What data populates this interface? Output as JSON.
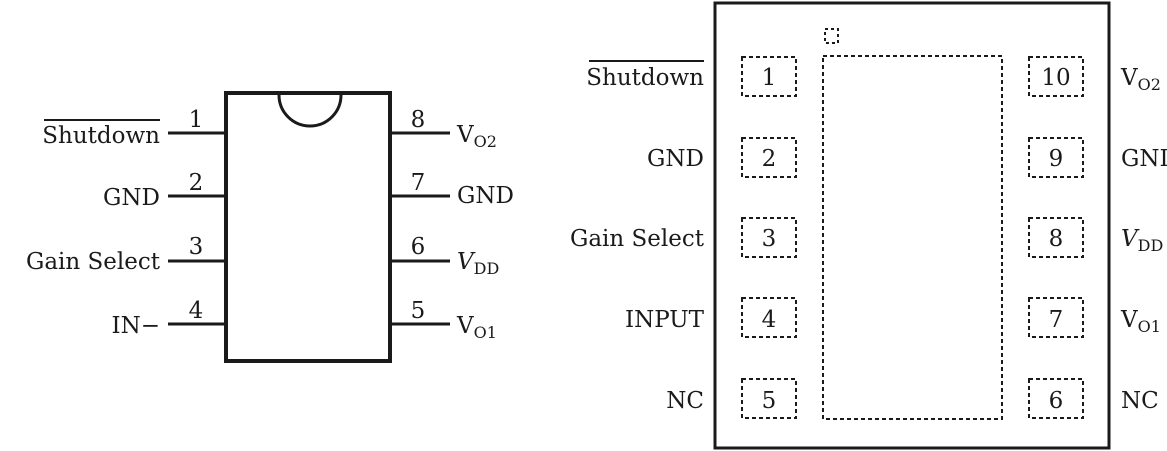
{
  "soic": {
    "left_pins": [
      {
        "num": "1",
        "name": "Shutdown",
        "overline": true
      },
      {
        "num": "2",
        "name": "GND"
      },
      {
        "num": "3",
        "name": "Gain Select"
      },
      {
        "num": "4",
        "name": "IN−"
      }
    ],
    "right_pins": [
      {
        "num": "8",
        "name": "V",
        "sub": "O2"
      },
      {
        "num": "7",
        "name": "GND"
      },
      {
        "num": "6",
        "name": "V",
        "sub": "DD",
        "italic": true
      },
      {
        "num": "5",
        "name": "V",
        "sub": "O1"
      }
    ]
  },
  "qfn": {
    "left_pins": [
      {
        "num": "1",
        "name": "Shutdown",
        "overline": true
      },
      {
        "num": "2",
        "name": "GND"
      },
      {
        "num": "3",
        "name": "Gain Select"
      },
      {
        "num": "4",
        "name": "INPUT"
      },
      {
        "num": "5",
        "name": "NC"
      }
    ],
    "right_pins": [
      {
        "num": "10",
        "name": "V",
        "sub": "O2"
      },
      {
        "num": "9",
        "name": "GND"
      },
      {
        "num": "8",
        "name": "V",
        "sub": "DD",
        "italic": true
      },
      {
        "num": "7",
        "name": "V",
        "sub": "O1"
      },
      {
        "num": "6",
        "name": "NC"
      }
    ]
  }
}
